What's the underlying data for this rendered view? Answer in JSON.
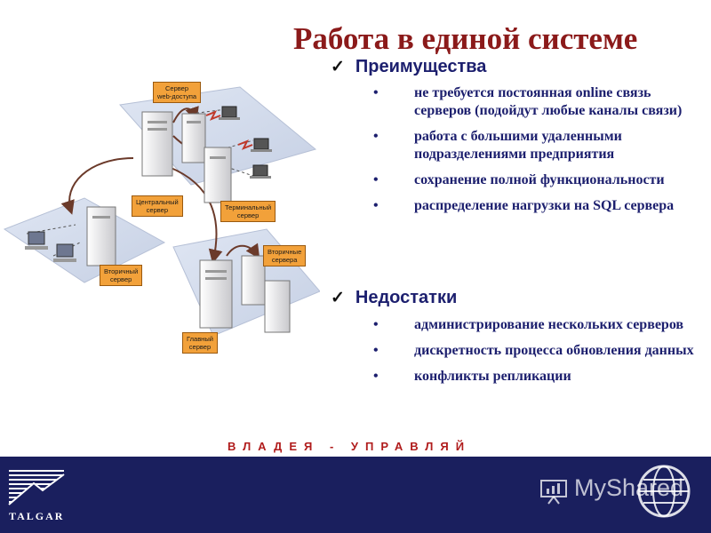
{
  "title": "Работа в единой системе",
  "advantages": {
    "heading": "Преимущества",
    "items": [
      "не требуется постоянная online связь серверов (подойдут любые каналы связи)",
      "работа с большими удаленными подразделениями предприятия",
      "сохранение полной функциональности",
      "распределение нагрузки на SQL сервера"
    ]
  },
  "disadvantages": {
    "heading": "Недостатки",
    "items": [
      "администрирование нескольких серверов",
      "дискретность процесса обновления данных",
      "конфликты репликации"
    ]
  },
  "diagram": {
    "labels": {
      "web_server": "Сервер\nweb-доступа",
      "central_server": "Центральный\nсервер",
      "terminal_server": "Терминальный\nсервер",
      "secondary_server_left": "Вторичный\nсервер",
      "secondary_servers_right": "Вторичные\nсервера",
      "main_server": "Главный\nсервер"
    }
  },
  "slogan": "ВЛАДЕЯ - УПРАВЛЯЙ",
  "footer": {
    "logo_text": "TALGAR",
    "watermark": "MyShared"
  },
  "colors": {
    "title": "#8b1a1a",
    "text": "#1c1f6e",
    "footer_bg": "#1a1f5e",
    "label_bg": "#f2a13a",
    "slogan": "#b01c1c"
  }
}
